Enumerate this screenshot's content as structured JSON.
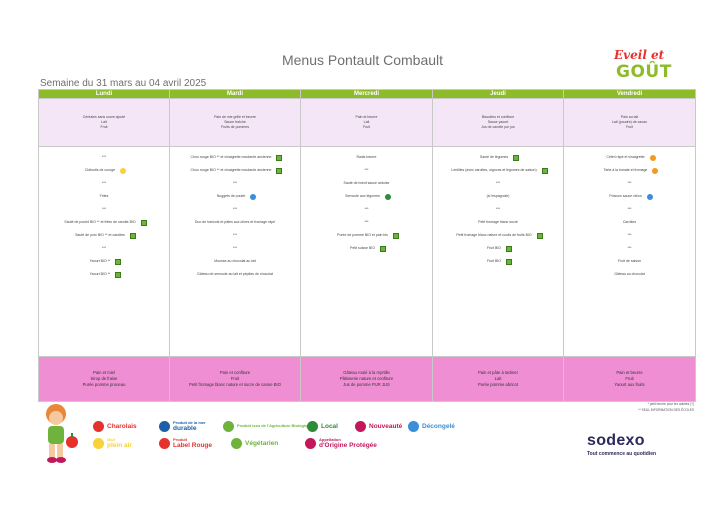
{
  "header": {
    "title": "Menus Pontault Combault",
    "week": "Semaine du 31 mars au 04 avril 2025",
    "logo_line1": "Eveil et",
    "logo_line2": "GOÛT"
  },
  "days": [
    "Lundi",
    "Mardi",
    "Mercredi",
    "Jeudi",
    "Vendredi"
  ],
  "section1": [
    [
      "Céréales sans sucre ajouté",
      "Lait",
      "Fruit"
    ],
    [
      "Pain de mie grillé et beurre",
      "Sauce fraîche",
      "Fruits de pommes"
    ],
    [
      "Pain et beurre",
      "Lait",
      "Fruit"
    ],
    [
      "Biscottes et confiture",
      "Sauce yaourt",
      "Jus de carotte pur jus"
    ],
    [
      "Pain au lait",
      "Lait (poudre) de cacao",
      "Fruit"
    ]
  ],
  "section2": [
    [
      {
        "text": "***",
        "badge": ""
      },
      {
        "text": "Clafoutis de courge",
        "badge": "yel"
      },
      {
        "text": "***",
        "badge": ""
      },
      {
        "text": "Frites",
        "badge": ""
      },
      {
        "text": "***",
        "badge": ""
      },
      {
        "text": "Sauté de poulet BIO ** et frites de carotte BIO",
        "badge": "bio"
      },
      {
        "text": "Sauté de porc BIO ** et carottes",
        "badge": "bio"
      },
      {
        "text": "***",
        "badge": ""
      },
      {
        "text": "Yaourt BIO **",
        "badge": "bio"
      },
      {
        "text": "Yaourt BIO **",
        "badge": "bio"
      }
    ],
    [
      {
        "text": "Chou rouge BIO ** et vinaigrette moutarde ancienne",
        "badge": "bio"
      },
      {
        "text": "Chou rouge BIO ** et vinaigrette moutarde ancienne",
        "badge": "bio"
      },
      {
        "text": "***",
        "badge": ""
      },
      {
        "text": "Nuggets de poulet",
        "badge": "blu"
      },
      {
        "text": "***",
        "badge": ""
      },
      {
        "text": "Duo de haricots et pâtes aux olives et fromage râpé",
        "badge": ""
      },
      {
        "text": "***",
        "badge": ""
      },
      {
        "text": "***",
        "badge": ""
      },
      {
        "text": "Mousse au chocolat au lait",
        "badge": ""
      },
      {
        "text": "Gâteau de semoule au lait et pépites de chocolat",
        "badge": ""
      }
    ],
    [
      {
        "text": "Radis beurre",
        "badge": ""
      },
      {
        "text": "***",
        "badge": ""
      },
      {
        "text": "Sauté de bœuf sauce ardoise",
        "badge": ""
      },
      {
        "text": "Semoule aux légumes",
        "badge": "grn"
      },
      {
        "text": "***",
        "badge": ""
      },
      {
        "text": "***",
        "badge": ""
      },
      {
        "text": "Purée de pomme BIO et pain bis",
        "badge": "bio"
      },
      {
        "text": "Petit suisse BIO",
        "badge": "bio"
      }
    ],
    [
      {
        "text": "Sauté de légumes",
        "badge": "bio"
      },
      {
        "text": "Lentilles (avec carottes, oignons et légumes de saison)",
        "badge": "bio"
      },
      {
        "text": "***",
        "badge": ""
      },
      {
        "text": "(à l'espagnole)",
        "badge": ""
      },
      {
        "text": "***",
        "badge": ""
      },
      {
        "text": "Petit fromage blanc sucré",
        "badge": ""
      },
      {
        "text": "Petit fromage blanc nature et coulis de fruits BIO",
        "badge": "bio"
      },
      {
        "text": "Fruit BIO",
        "badge": "bio"
      },
      {
        "text": "Fruit BIO",
        "badge": "bio"
      }
    ],
    [
      {
        "text": "Céleri râpé et vinaigrette",
        "badge": "org"
      },
      {
        "text": "Tarte à la tomate et fromage",
        "badge": "org"
      },
      {
        "text": "***",
        "badge": ""
      },
      {
        "text": "Poisson sauce citron",
        "badge": "blu"
      },
      {
        "text": "***",
        "badge": ""
      },
      {
        "text": "Carottes",
        "badge": ""
      },
      {
        "text": "***",
        "badge": ""
      },
      {
        "text": "***",
        "badge": ""
      },
      {
        "text": "Fruit de saison",
        "badge": ""
      },
      {
        "text": "Gâteau au chocolat",
        "badge": ""
      }
    ]
  ],
  "section3": [
    [
      "Pain et miel",
      "Sirop de fraise",
      "Purée pomme pruneau"
    ],
    [
      "Pain et confiture",
      "Fruit",
      "Petit fromage blanc nature et sucre de canne BIO"
    ],
    [
      "Gâteau roulé à la myrtille",
      "Pâtisserie nature et confiture",
      "Jus de pomme PUR JUS"
    ],
    [
      "Pain et pâte à tartiner",
      "Lait",
      "Purée pomme abricot"
    ],
    [
      "Pain et beurre",
      "Fruit",
      "Yaourt aux fruits"
    ]
  ],
  "notes": [
    "* petit beurre pour les adultes (?)",
    "** SEUL INFORMATION DES ÉCOLES"
  ],
  "legend": [
    {
      "name": "legend-charolais",
      "label": "Charolais",
      "color": "#e5322d"
    },
    {
      "name": "legend-peche-durable",
      "label_small": "Produit de la mer",
      "label": "durable",
      "color": "#1d5fa8"
    },
    {
      "name": "legend-bio",
      "label_small": "Produit issu de l'Agriculture Biologique",
      "label": "",
      "color": "#6fb23c"
    },
    {
      "name": "legend-local",
      "label": "Local",
      "color": "#2e8b3a"
    },
    {
      "name": "legend-nouveaute",
      "label": "Nouveauté",
      "color": "#c2185b"
    },
    {
      "name": "legend-decongele",
      "label": "Décongelé",
      "color": "#3b8ed8"
    },
    {
      "name": "legend-oeuf-plein-air",
      "label_small": "Œuf",
      "label": "plein air",
      "color": "#f7d239"
    },
    {
      "name": "legend-label-rouge",
      "label_small": "Produit",
      "label": "Label Rouge",
      "color": "#e5322d"
    },
    {
      "name": "legend-vegetarien",
      "label": "Végétarien",
      "color": "#6fb23c"
    },
    {
      "name": "legend-aop",
      "label_small": "Appellation",
      "label": "d'Origine Protégée",
      "color": "#c2185b"
    }
  ],
  "brand": {
    "name": "sodexo",
    "tagline": "Tout commence au quotidien"
  }
}
